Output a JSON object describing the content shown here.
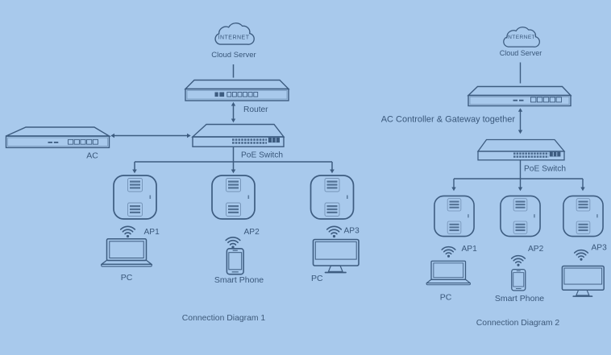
{
  "colors": {
    "background": "#a8c9ec",
    "line": "#3d5c80",
    "text": "#39577a"
  },
  "icons": {
    "cloud-icon": "cloud-outline",
    "router-icon": "rack-device-with-ports",
    "ac-icon": "rack-device-with-ports",
    "gateway-icon": "rack-device-with-ports",
    "poe-switch-icon": "rack-switch-with-port-rows",
    "ap-icon": "ceiling-access-point-square",
    "wifi-icon": "wifi-arcs-with-dot",
    "laptop-icon": "laptop-outline",
    "smartphone-icon": "smartphone-outline",
    "monitor-icon": "desktop-monitor-outline"
  },
  "diagram1": {
    "internet_label": "INTERNET",
    "cloud_caption": "Cloud Server",
    "router_label": "Router",
    "ac_label": "AC",
    "poe_switch_label": "PoE Switch",
    "ap_labels": [
      "AP1",
      "AP2",
      "AP3"
    ],
    "device_labels": {
      "pc1": "PC",
      "smart_phone": "Smart Phone",
      "pc2": "PC"
    },
    "caption": "Connection Diagram 1"
  },
  "diagram2": {
    "internet_label": "INTERNET",
    "cloud_caption": "Cloud Server",
    "gateway_label": "AC Controller & Gateway together",
    "poe_switch_label": "PoE Switch",
    "ap_labels": [
      "AP1",
      "AP2",
      "AP3"
    ],
    "device_labels": {
      "pc": "PC",
      "smart_phone": "Smart Phone"
    },
    "caption": "Connection Diagram 2"
  }
}
